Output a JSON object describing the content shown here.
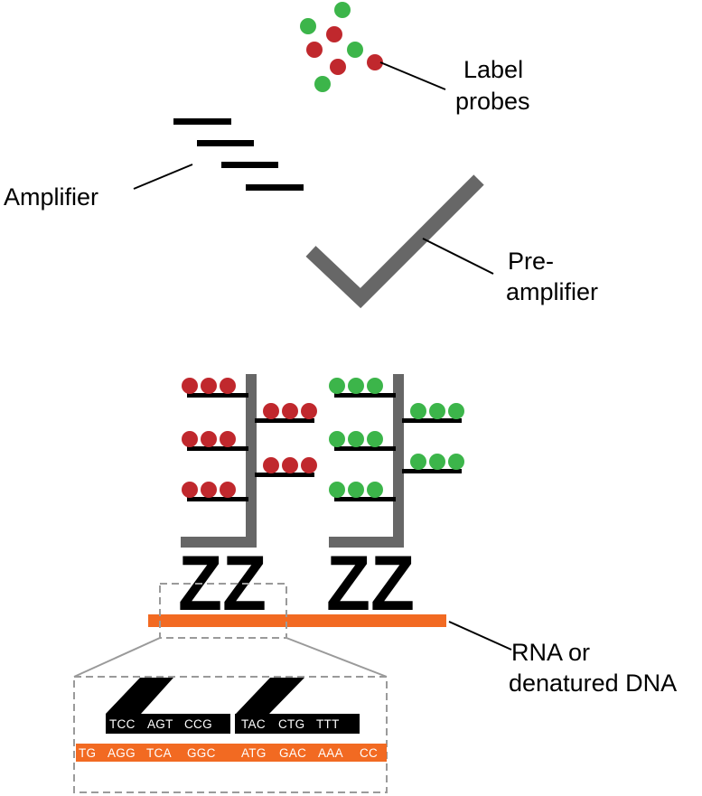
{
  "colors": {
    "red_probe": "#c0282d",
    "green_probe": "#3cb54a",
    "preamplifier": "#676767",
    "target_strand": "#f26a22",
    "amplifier": "#000000",
    "zoom_box": "#9a9a9a"
  },
  "labels": {
    "label_probes_line1": "Label",
    "label_probes_line2": "probes",
    "amplifier": "Amplifier",
    "preamplifier_line1": "Pre-",
    "preamplifier_line2": "amplifier",
    "target_line1": "RNA or",
    "target_line2": "denatured DNA"
  },
  "zz_probes": [
    "ZZ",
    "ZZ"
  ],
  "zz_probe_sequences": [
    [
      "TCC",
      "AGT",
      "CCG"
    ],
    [
      "TAC",
      "CTG",
      "TTT"
    ]
  ],
  "target_sequence": [
    "TG",
    "AGG",
    "TCA",
    "GGC",
    "ATG",
    "GAC",
    "AAA",
    "CC"
  ]
}
